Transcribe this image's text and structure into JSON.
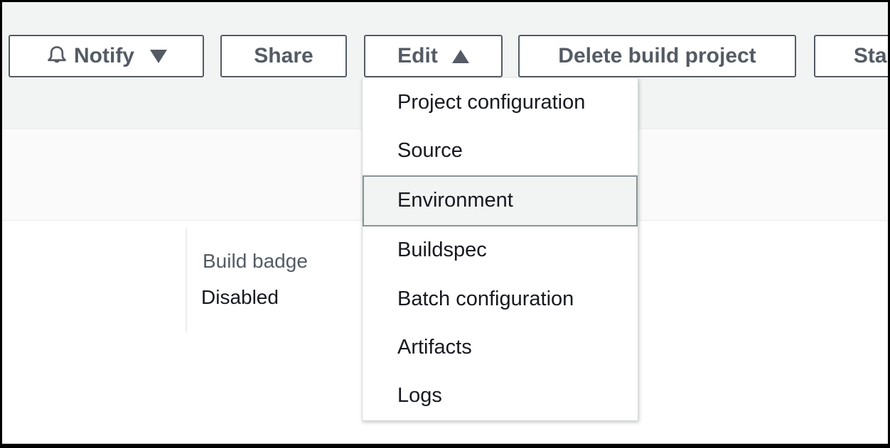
{
  "toolbar": {
    "notify_label": "Notify",
    "share_label": "Share",
    "edit_label": "Edit",
    "delete_label": "Delete build project",
    "start_label": "Star"
  },
  "edit_menu": {
    "items": [
      {
        "label": "Project configuration",
        "highlighted": false
      },
      {
        "label": "Source",
        "highlighted": false
      },
      {
        "label": "Environment",
        "highlighted": true
      },
      {
        "label": "Buildspec",
        "highlighted": false
      },
      {
        "label": "Batch configuration",
        "highlighted": false
      },
      {
        "label": "Artifacts",
        "highlighted": false
      },
      {
        "label": "Logs",
        "highlighted": false
      }
    ]
  },
  "details": {
    "build_badge_label": "Build badge",
    "build_badge_value": "Disabled"
  },
  "colors": {
    "band_top_bg": "#f2f3f3",
    "band_mid_bg": "#fafafa",
    "separator": "#eaeded",
    "button_border": "#545b64",
    "button_text": "#545b64",
    "menu_text": "#16191f",
    "menu_border": "#d5dbdb",
    "highlight_bg": "#f2f3f3",
    "highlight_border": "#879596",
    "label_gray": "#545b64",
    "value_dark": "#16191f",
    "frame_border": "#000000"
  }
}
